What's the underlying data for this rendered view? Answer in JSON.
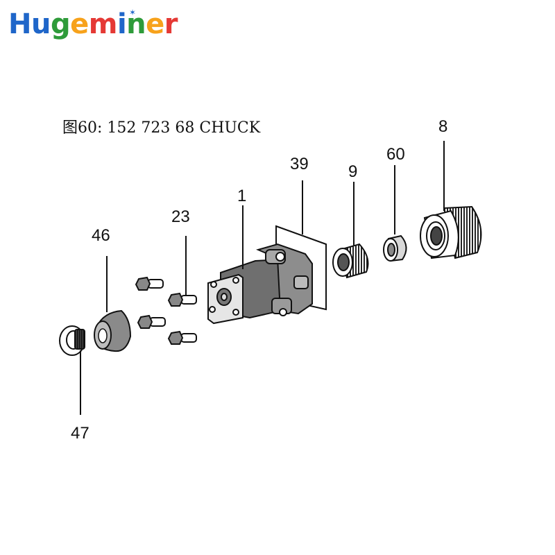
{
  "logo": {
    "text": "Hugeminer",
    "colors": [
      "#1f66c9",
      "#1f66c9",
      "#2e9b3a",
      "#f7a21b",
      "#e53935",
      "#1f66c9",
      "#2e9b3a",
      "#f7a21b",
      "#e53935"
    ],
    "star_color": "#1f66c9"
  },
  "figure": {
    "title": "图60: 152 723 68 CHUCK"
  },
  "callouts": [
    {
      "id": "47",
      "label": "47"
    },
    {
      "id": "46",
      "label": "46"
    },
    {
      "id": "23",
      "label": "23"
    },
    {
      "id": "1",
      "label": "1"
    },
    {
      "id": "39",
      "label": "39"
    },
    {
      "id": "9",
      "label": "9"
    },
    {
      "id": "60",
      "label": "60"
    },
    {
      "id": "8",
      "label": "8"
    }
  ]
}
